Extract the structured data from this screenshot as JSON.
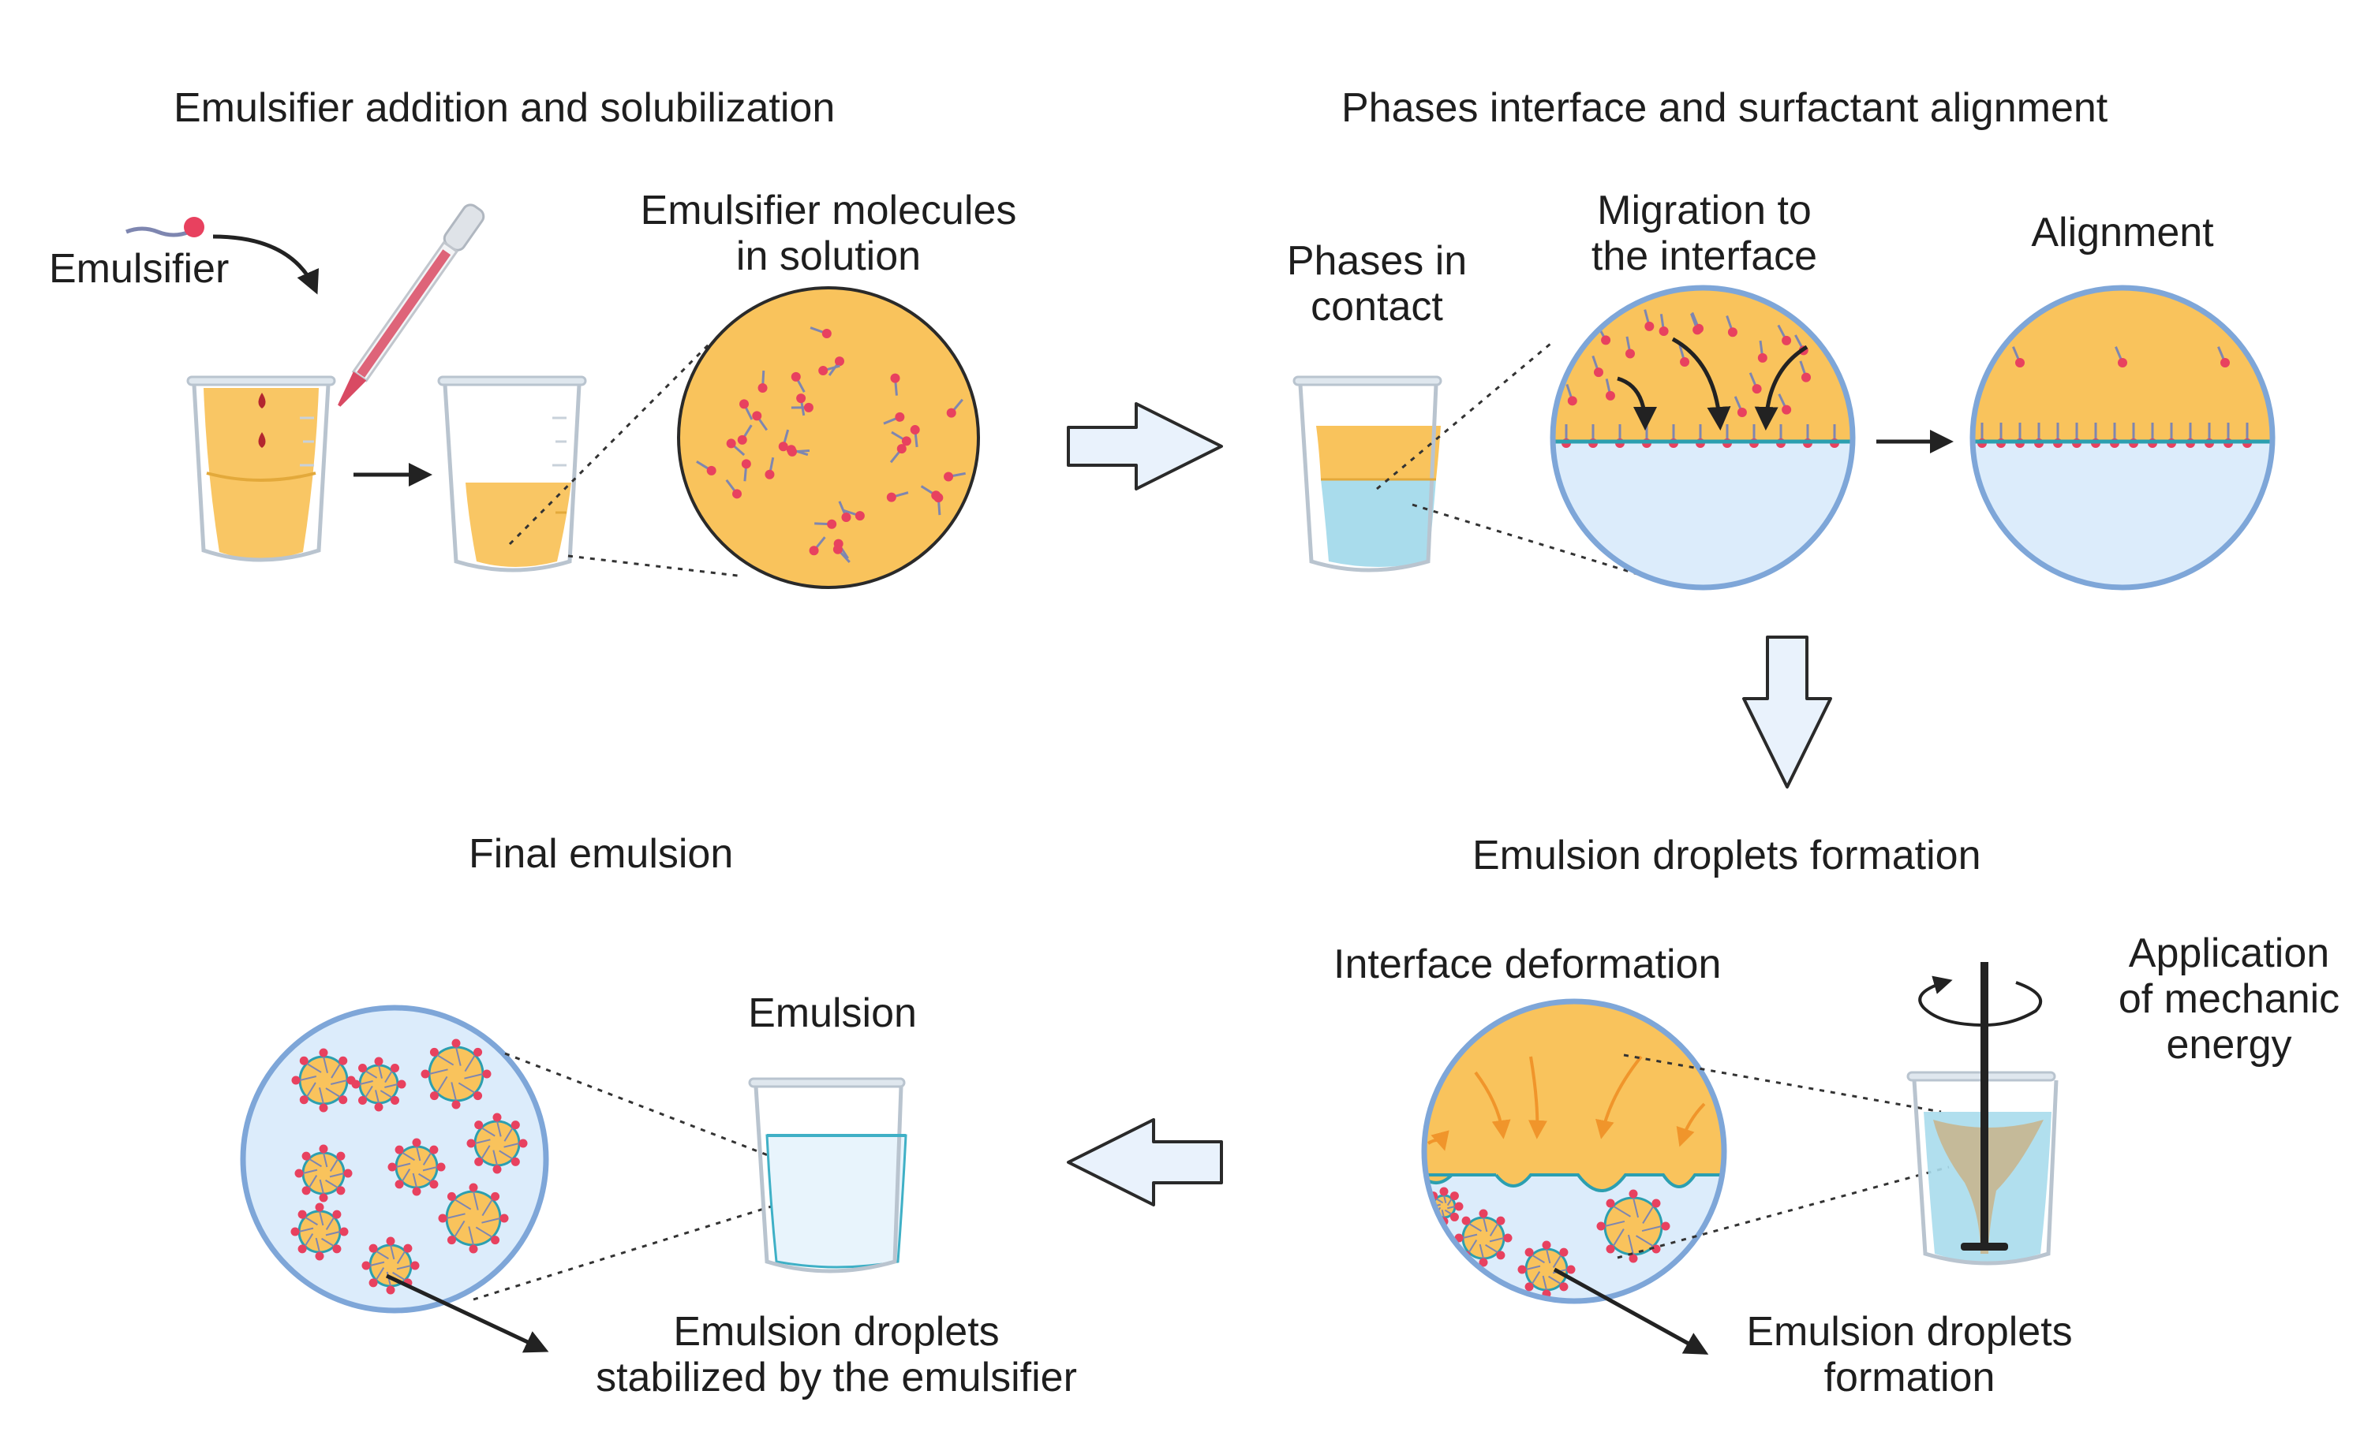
{
  "stages": {
    "addition": {
      "title": "Emulsifier addition and solubilization",
      "emulsifier_label": "Emulsifier",
      "molecules_label": [
        "Emulsifier molecules",
        "in solution"
      ]
    },
    "interface": {
      "title": "Phases interface and surfactant alignment",
      "contact_label": [
        "Phases in",
        "contact"
      ],
      "migration_label": [
        "Migration to",
        "the interface"
      ],
      "alignment_label": "Alignment"
    },
    "droplets": {
      "title": "Emulsion droplets formation",
      "deformation_label": "Interface deformation",
      "mechanic_label": [
        "Application",
        "of mechanic",
        "energy"
      ],
      "droplets_label": [
        "Emulsion droplets",
        "formation"
      ]
    },
    "final": {
      "title": "Final emulsion",
      "emulsion_label": "Emulsion",
      "stabilized_label": [
        "Emulsion droplets",
        "stabilized by the emulsifier"
      ]
    }
  },
  "colors": {
    "oil": "#f9c35c",
    "water": "#dcecfb",
    "water_deep": "#a9dcec",
    "outline": "#7ea6d8",
    "head": "#e8415f",
    "tail": "#7e86b0",
    "interface": "#2c9fb0",
    "arrow_fill": "#e9f2fc",
    "arrow_stroke": "#2a2a2a",
    "orange_arrow": "#f0952b"
  }
}
